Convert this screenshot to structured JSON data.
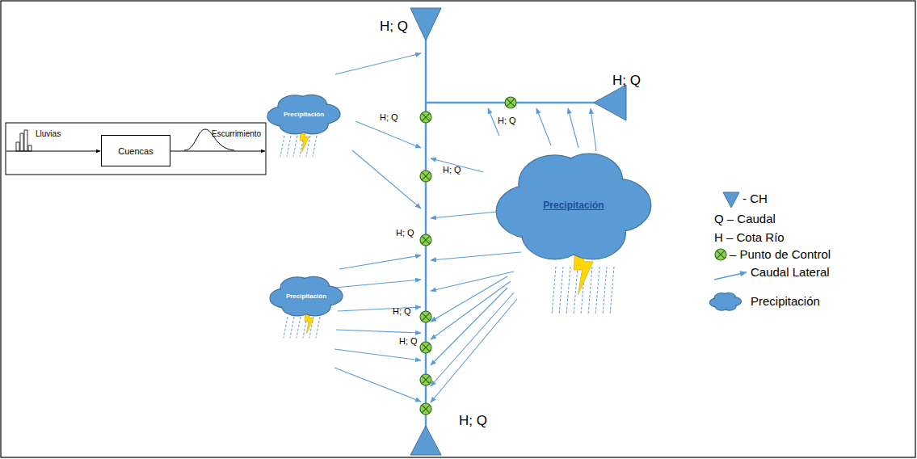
{
  "diagram": {
    "nodes": [
      {
        "text": [
          "Precipitación"
        ]
      },
      {
        "text": [
          "Cuencas"
        ]
      },
      {
        "text": [
          "Precipitación"
        ]
      },
      {
        "text": [
          "Precipitación"
        ]
      }
    ],
    "labels": [
      "H; Q",
      "H; Q",
      "H; Q",
      "H; Q",
      "H; Q",
      "H; Q",
      "H; Q",
      "H; Q",
      "H; Q",
      "Lluvias",
      "Escurrimiento"
    ],
    "legend": [
      {
        "text": "- CH"
      },
      {
        "text": "Q – Caudal"
      },
      {
        "text": "H – Cota Río"
      },
      {
        "text": "– Punto de Control"
      },
      {
        "text": "Caudal Lateral"
      },
      {
        "text": "Precipitación"
      }
    ]
  }
}
